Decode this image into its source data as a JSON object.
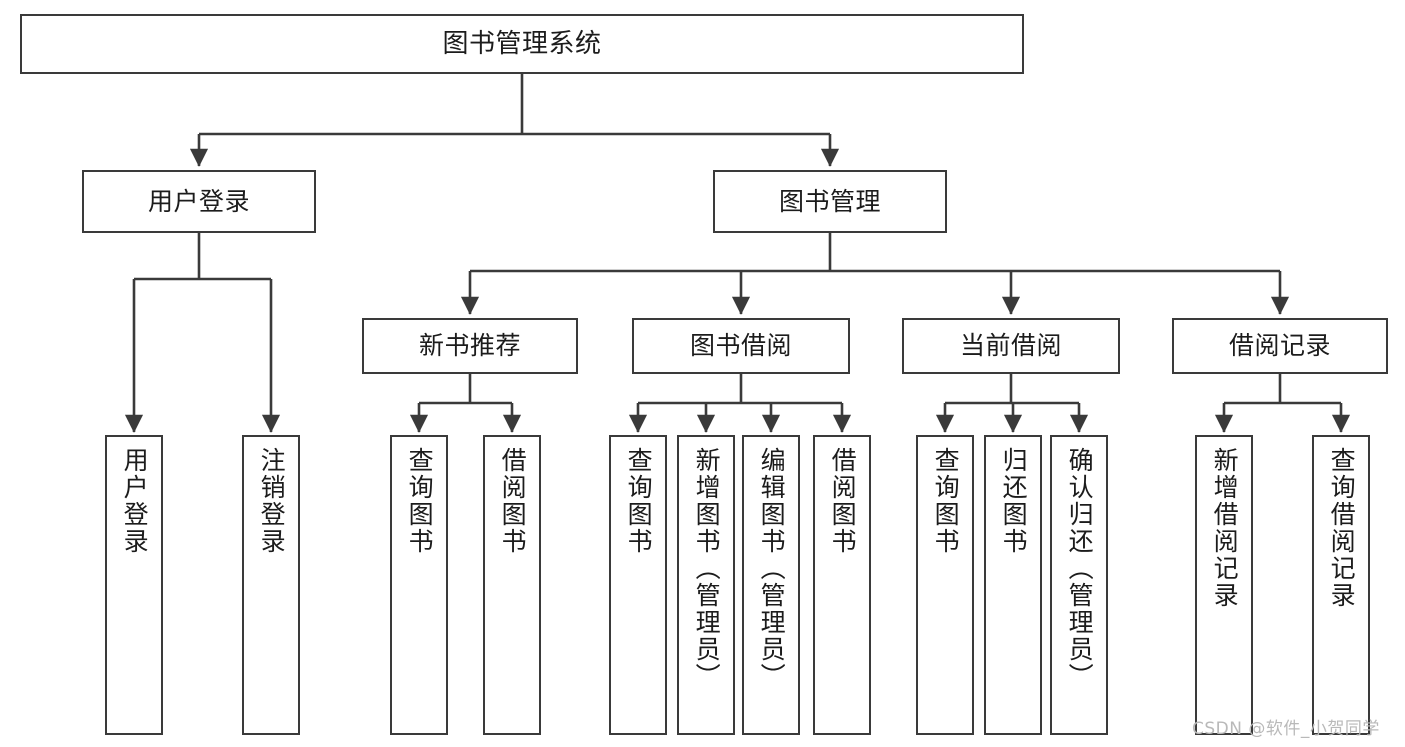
{
  "diagram": {
    "title": "图书管理系统",
    "type": "tree-hierarchy",
    "watermark": "CSDN @软件_小贺同学",
    "colors": {
      "stroke": "#3a3a3a",
      "fill": "#ffffff",
      "text": "#1c1c1c",
      "watermark": "#b9b9b9"
    },
    "nodes": {
      "root": {
        "label": "图书管理系统"
      },
      "level1": [
        {
          "id": "user-login",
          "label": "用户登录"
        },
        {
          "id": "book-manage",
          "label": "图书管理"
        }
      ],
      "level2": [
        {
          "id": "new-book-rec",
          "label": "新书推荐"
        },
        {
          "id": "book-borrow",
          "label": "图书借阅"
        },
        {
          "id": "current-borrow",
          "label": "当前借阅"
        },
        {
          "id": "borrow-record",
          "label": "借阅记录"
        }
      ],
      "leaves": {
        "user-login": [
          {
            "id": "leaf-user-login",
            "label": "用户登录"
          },
          {
            "id": "leaf-logout",
            "label": "注销登录"
          }
        ],
        "new-book-rec": [
          {
            "id": "leaf-query-book-1",
            "label": "查询图书"
          },
          {
            "id": "leaf-borrow-book-1",
            "label": "借阅图书"
          }
        ],
        "book-borrow": [
          {
            "id": "leaf-query-book-2",
            "label": "查询图书"
          },
          {
            "id": "leaf-add-book",
            "label": "新增图书（管理员）"
          },
          {
            "id": "leaf-edit-book",
            "label": "编辑图书（管理员）"
          },
          {
            "id": "leaf-borrow-book-2",
            "label": "借阅图书"
          }
        ],
        "current-borrow": [
          {
            "id": "leaf-query-book-3",
            "label": "查询图书"
          },
          {
            "id": "leaf-return-book",
            "label": "归还图书"
          },
          {
            "id": "leaf-confirm-return",
            "label": "确认归还（管理员）"
          }
        ],
        "borrow-record": [
          {
            "id": "leaf-add-record",
            "label": "新增借阅记录"
          },
          {
            "id": "leaf-query-record",
            "label": "查询借阅记录"
          }
        ]
      }
    }
  }
}
